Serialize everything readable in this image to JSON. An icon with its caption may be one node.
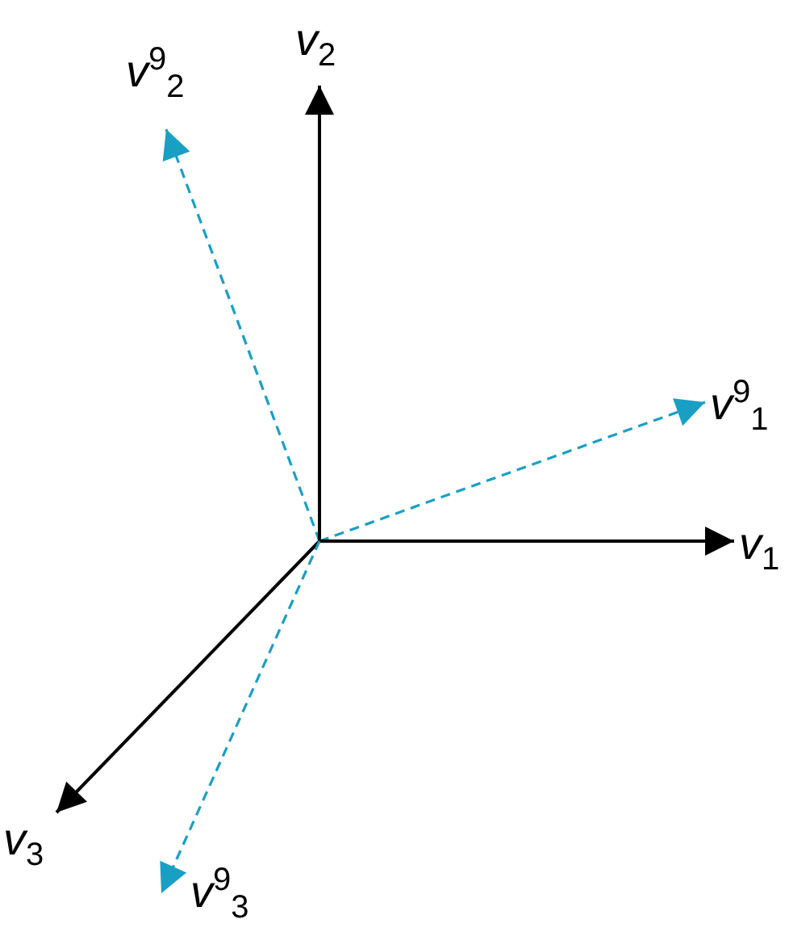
{
  "diagram": {
    "nodes": [
      {
        "text": [
          "v$^{9}$$_{2}$"
        ]
      },
      {
        "text": [
          "v$_{2}$"
        ]
      },
      {
        "text": [
          "v$^{9}$$_{1}$"
        ]
      },
      {
        "text": [
          "v$_{1}$"
        ]
      },
      {
        "text": [
          "v$_{3}$"
        ]
      },
      {
        "text": [
          "v$^{9}$$_{3}$"
        ]
      }
    ],
    "edges": [
      {
        "from": null,
        "to": 0,
        "arrow": "to",
        "style": "dashed",
        "color": "#1a9fc4"
      },
      {
        "from": null,
        "to": 1,
        "arrow": "to",
        "color": "#000000"
      },
      {
        "from": null,
        "to": 2,
        "arrow": "to",
        "style": "dashed",
        "color": "#1a9fc4"
      },
      {
        "from": null,
        "to": 3,
        "arrow": "to",
        "color": "#000000"
      },
      {
        "from": null,
        "to": 4,
        "arrow": "to",
        "color": "#000000"
      },
      {
        "from": null,
        "to": 5,
        "arrow": "to",
        "style": "dashed",
        "color": "#1a9fc4"
      }
    ]
  }
}
